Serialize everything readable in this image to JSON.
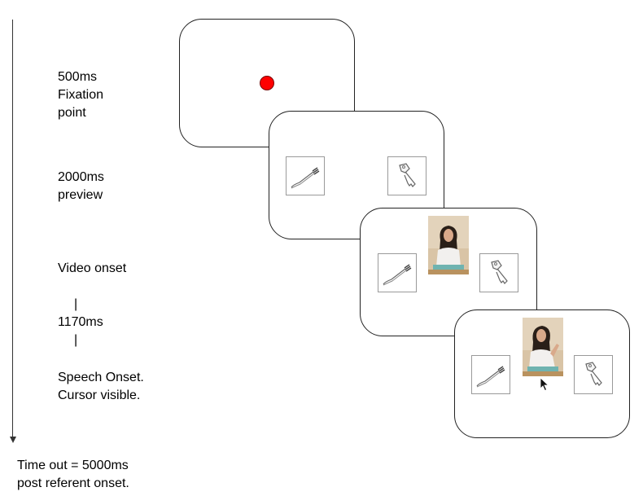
{
  "timeline": {
    "fixation": [
      "500ms",
      "Fixation",
      "point"
    ],
    "preview": [
      "2000ms",
      "preview"
    ],
    "video": [
      "Video onset",
      "|",
      "1170ms",
      "|"
    ],
    "speech": [
      "Speech Onset.",
      "Cursor visible."
    ],
    "timeout": [
      "Time out = 5000ms",
      "post referent onset."
    ]
  },
  "colors": {
    "fixation_dot": "#ff0000",
    "screen_border": "#222222",
    "object_border": "#9a9a9a"
  },
  "icons": {
    "left_object": "fork-icon",
    "right_object": "key-icon",
    "pointer": "mouse-cursor-icon"
  }
}
